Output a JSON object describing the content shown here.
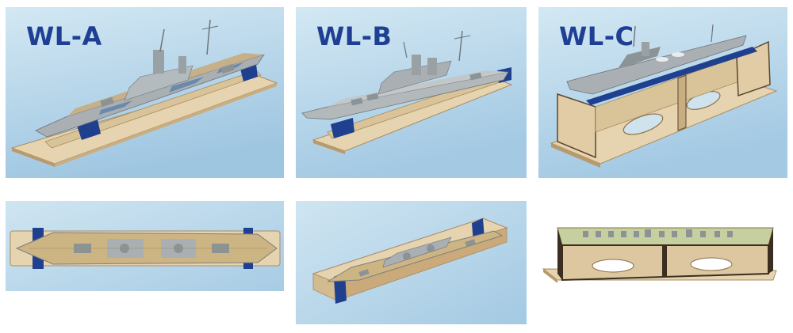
{
  "panels": [
    {
      "label": "WL-A"
    },
    {
      "label": "WL-B"
    },
    {
      "label": "WL-C"
    }
  ],
  "colors": {
    "background": "#ffffff",
    "photo_bg_light": "#c7e1ef",
    "photo_bg_dark": "#a3c9e3",
    "label": "#1e3f93",
    "wood": "#e6d3b0",
    "wood_edge": "#a98c61",
    "stand_blue": "#1f3f8f",
    "ship_gray": "#a9afb3",
    "ship_deck": "#cdb483"
  }
}
